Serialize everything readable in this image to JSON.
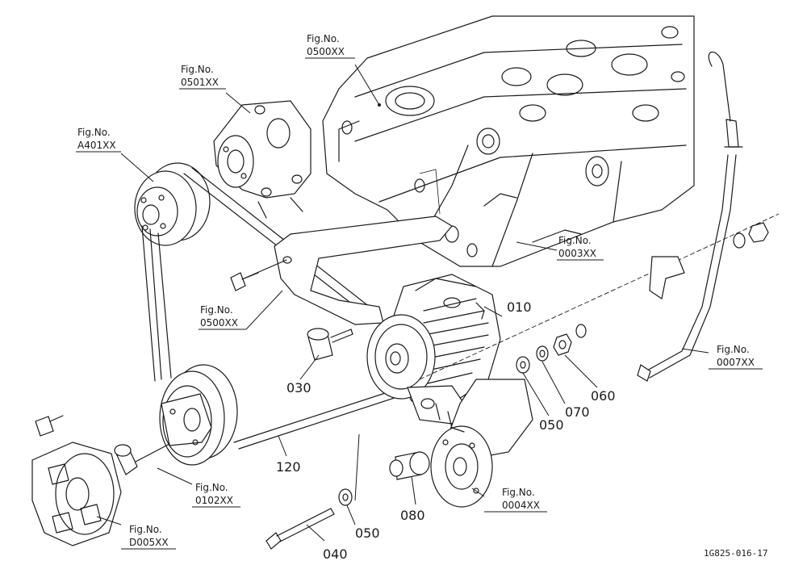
{
  "references": [
    {
      "id": "cyl_head",
      "line1": "Fig.No.",
      "line2": "0500XX"
    },
    {
      "id": "water_pump",
      "line1": "Fig.No.",
      "line2": "0501XX"
    },
    {
      "id": "fan_pulley",
      "line1": "Fig.No.",
      "line2": "A401XX"
    },
    {
      "id": "head_cover",
      "line1": "Fig.No.",
      "line2": "0003XX"
    },
    {
      "id": "bracket",
      "line1": "Fig.No.",
      "line2": "0500XX"
    },
    {
      "id": "dipstick",
      "line1": "Fig.No.",
      "line2": "0007XX"
    },
    {
      "id": "crank_pulley",
      "line1": "Fig.No.",
      "line2": "0102XX"
    },
    {
      "id": "gear_case",
      "line1": "Fig.No.",
      "line2": "0004XX"
    },
    {
      "id": "coupling",
      "line1": "Fig.No.",
      "line2": "D005XX"
    }
  ],
  "parts": {
    "p010": "010",
    "p030": "030",
    "p040": "040",
    "p050a": "050",
    "p050b": "050",
    "p060": "060",
    "p070": "070",
    "p080": "080",
    "p120": "120"
  },
  "footer": "1G825-016-17"
}
